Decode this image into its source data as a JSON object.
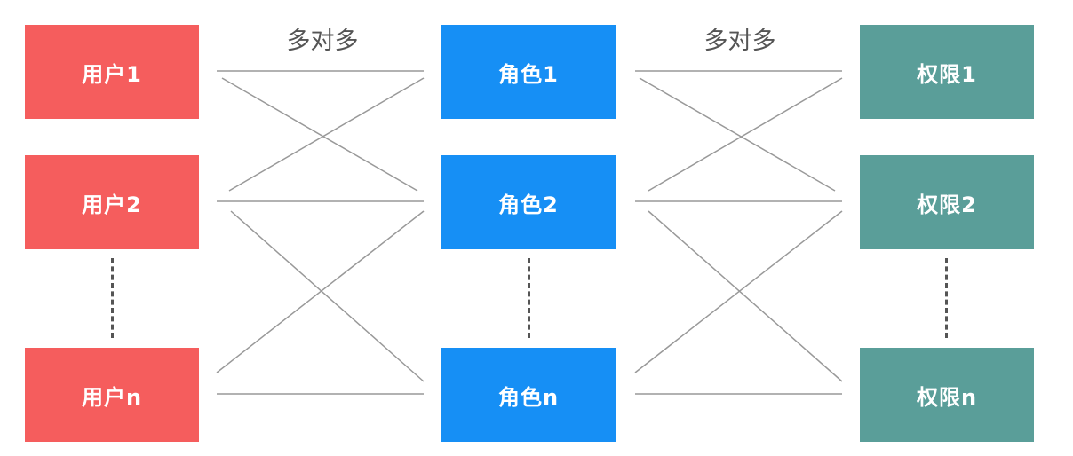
{
  "relation_left": "多对多",
  "relation_right": "多对多",
  "users": [
    "用户1",
    "用户2",
    "用户n"
  ],
  "roles": [
    "角色1",
    "角色2",
    "角色n"
  ],
  "permissions": [
    "权限1",
    "权限2",
    "权限n"
  ],
  "colors": {
    "user": "#f55d5d",
    "role": "#168ff5",
    "permission": "#5a9e99",
    "connector": "#999999",
    "ellipsis": "#555555"
  }
}
